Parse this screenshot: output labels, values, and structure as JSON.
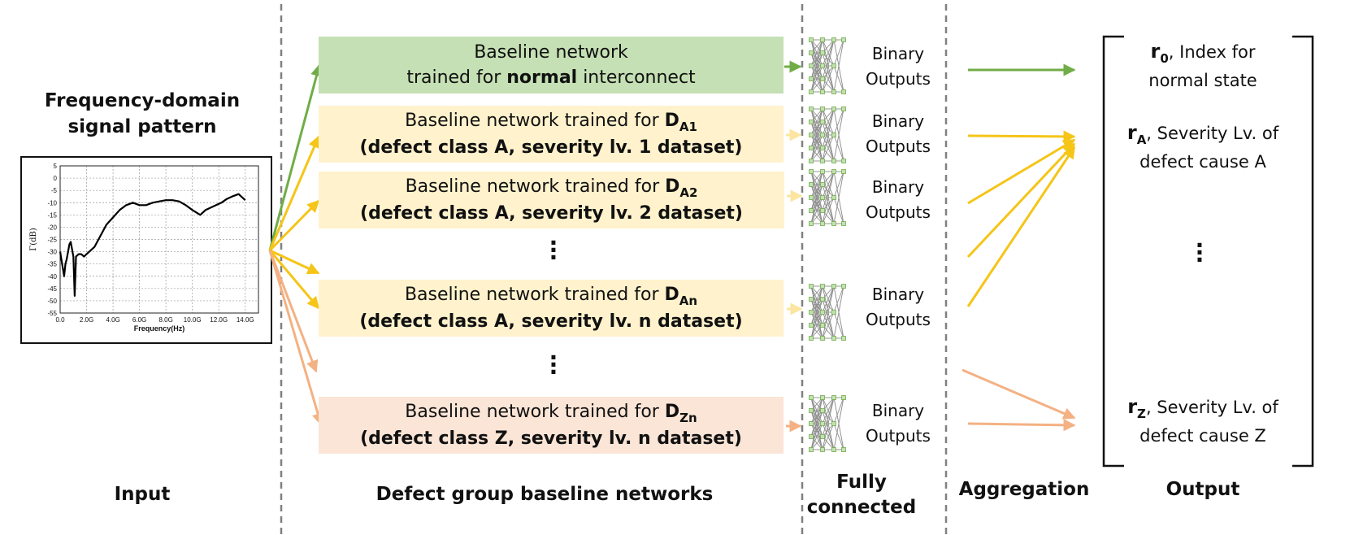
{
  "input": {
    "title_line1": "Frequency-domain",
    "title_line2": "signal pattern",
    "footer": "Input",
    "plot": {
      "ylabel": "Γ(dB)",
      "xlabel": "Frequency(Hz)",
      "yticks": [
        "5",
        "0",
        "-5",
        "-10",
        "-15",
        "-20",
        "-25",
        "-30",
        "-35",
        "-40",
        "-45",
        "-50",
        "-55"
      ],
      "xticks": [
        "0.0",
        "2.0G",
        "4.0G",
        "6.0G",
        "8.0G",
        "10.0G",
        "12.0G",
        "14.0G"
      ]
    }
  },
  "chart_data": {
    "type": "line",
    "xlabel": "Frequency(Hz)",
    "ylabel": "Γ(dB)",
    "xlim": [
      0,
      15
    ],
    "ylim": [
      -55,
      5
    ],
    "x_unit": "GHz",
    "grid": true,
    "series": [
      {
        "x": [
          0.0,
          0.3,
          0.4,
          0.5,
          0.7,
          0.8,
          1.0,
          1.1,
          1.2,
          1.4,
          1.6,
          1.8,
          2.0,
          2.2,
          2.6,
          3.0,
          3.5,
          4.0,
          4.5,
          5.0,
          5.5,
          6.0,
          6.5,
          7.0,
          7.5,
          8.0,
          8.5,
          9.0,
          9.5,
          10.0,
          10.3,
          10.6,
          11.0,
          11.4,
          11.8,
          12.2,
          12.6,
          13.0,
          13.5,
          13.8,
          14.0
        ],
        "y": [
          -30,
          -40,
          -35,
          -33,
          -27,
          -26,
          -32,
          -48,
          -32,
          -31,
          -31,
          -32,
          -31,
          -30,
          -28,
          -24,
          -19,
          -16,
          -13,
          -11,
          -10,
          -11,
          -11,
          -10,
          -9.5,
          -9,
          -9,
          -9.5,
          -11,
          -13,
          -14,
          -15,
          -13,
          -12,
          -11,
          -10,
          -8.5,
          -7.5,
          -6.5,
          -8,
          -9
        ]
      }
    ]
  },
  "networks": {
    "normal": {
      "line1": "Baseline network",
      "line2_pre": "trained for ",
      "line2_bold": "normal",
      "line2_post": " interconnect"
    },
    "a1": {
      "line1": "Baseline network trained for ",
      "d": "D",
      "sub": "A1",
      "line2": "(defect class A, severity lv. 1 dataset)"
    },
    "a2": {
      "line1": "Baseline network trained for ",
      "d": "D",
      "sub": "A2",
      "line2": "(defect class A, severity lv. 2 dataset)"
    },
    "an": {
      "line1": "Baseline network trained for ",
      "d": "D",
      "sub": "An",
      "line2": "(defect class A, severity lv. n dataset)"
    },
    "zn": {
      "line1": "Baseline network trained for ",
      "d": "D",
      "sub": "Zn",
      "line2": "(defect class Z, severity lv. n dataset)"
    },
    "footer": "Defect group baseline networks"
  },
  "fully_connected": {
    "binary_line1": "Binary",
    "binary_line2": "Outputs",
    "footer_line1": "Fully",
    "footer_line2": "connected"
  },
  "aggregation": {
    "footer": "Aggregation"
  },
  "output": {
    "footer": "Output",
    "r0": {
      "sym": "r",
      "sub": "0",
      "text": ", Index for",
      "line2": "normal state"
    },
    "ra": {
      "sym": "r",
      "sub": "A",
      "text": ", Severity Lv. of",
      "line2": "defect cause A"
    },
    "rz": {
      "sym": "r",
      "sub": "Z",
      "text": ", Severity Lv. of",
      "line2": "defect cause Z"
    }
  },
  "colors": {
    "green": "#70ad47",
    "green_fill": "#c5e0b4",
    "yellow": "#f5c518",
    "yellow_fill": "#fff2cc",
    "yellow_light": "#fbe5a0",
    "orange": "#f4b183",
    "orange_fill": "#fbe5d6",
    "divider": "#808080"
  }
}
